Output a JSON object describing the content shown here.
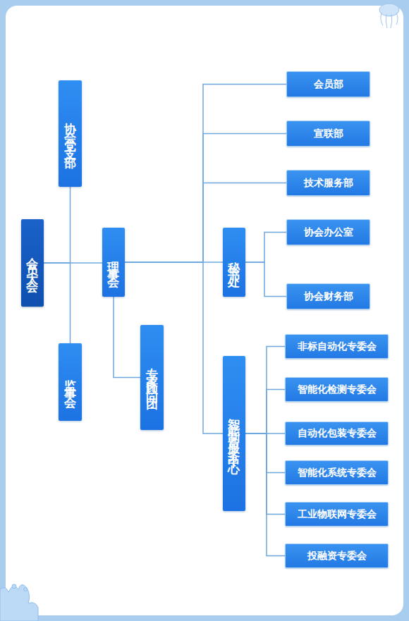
{
  "diagram": {
    "nodes": [
      {
        "text": [
          "会员大会"
        ]
      },
      {
        "text": [
          "协会党支部"
        ]
      },
      {
        "text": [
          "监事会"
        ]
      },
      {
        "text": [
          "理事会"
        ]
      },
      {
        "text": [
          "专家顾问团"
        ]
      },
      {
        "text": [
          "秘书处"
        ]
      },
      {
        "text": [
          "智能制造服务中心"
        ]
      },
      {
        "text": [
          "会员部"
        ]
      },
      {
        "text": [
          "宣联部"
        ]
      },
      {
        "text": [
          "技术服务部"
        ]
      },
      {
        "text": [
          "协会办公室"
        ]
      },
      {
        "text": [
          "协会财务部"
        ]
      },
      {
        "text": [
          "非标自动化专委会"
        ]
      },
      {
        "text": [
          "智能化检测专委会"
        ]
      },
      {
        "text": [
          "自动化包装专委会"
        ]
      },
      {
        "text": [
          "智能化系统专委会"
        ]
      },
      {
        "text": [
          "工业物联网专委会"
        ]
      },
      {
        "text": [
          "投融资专委会"
        ]
      }
    ],
    "edges": [
      {
        "from": 0,
        "to": 1,
        "arrow": "none"
      },
      {
        "from": 0,
        "to": 2,
        "arrow": "none"
      },
      {
        "from": 0,
        "to": 3,
        "arrow": "none"
      },
      {
        "from": 3,
        "to": 4,
        "arrow": "none"
      },
      {
        "from": 3,
        "to": 7,
        "arrow": "none"
      },
      {
        "from": 3,
        "to": 8,
        "arrow": "none"
      },
      {
        "from": 3,
        "to": 9,
        "arrow": "none"
      },
      {
        "from": 3,
        "to": 5,
        "arrow": "none"
      },
      {
        "from": 3,
        "to": 6,
        "arrow": "none"
      },
      {
        "from": 5,
        "to": 10,
        "arrow": "none"
      },
      {
        "from": 5,
        "to": 11,
        "arrow": "none"
      },
      {
        "from": 6,
        "to": 12,
        "arrow": "none"
      },
      {
        "from": 6,
        "to": 13,
        "arrow": "none"
      },
      {
        "from": 6,
        "to": 14,
        "arrow": "none"
      },
      {
        "from": 6,
        "to": 15,
        "arrow": "none"
      },
      {
        "from": 6,
        "to": 16,
        "arrow": "none"
      },
      {
        "from": 6,
        "to": 17,
        "arrow": "none"
      }
    ]
  }
}
